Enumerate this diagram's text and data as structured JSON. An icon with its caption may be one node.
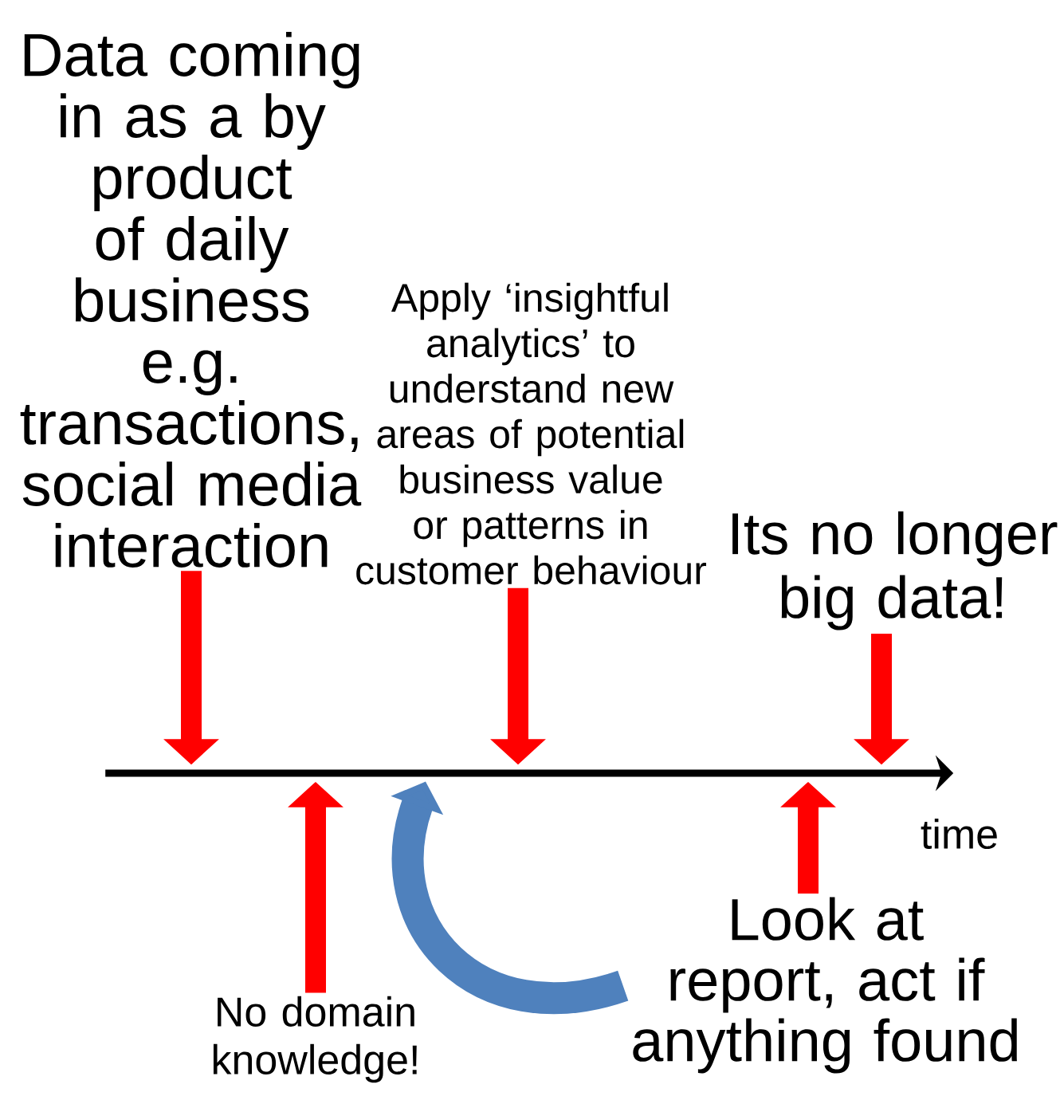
{
  "diagram": {
    "nodes": [
      {
        "text": [
          "Data coming in as a by product of daily business e.g. transactions, social media interaction"
        ]
      },
      {
        "text": [
          "No domain knowledge!"
        ]
      },
      {
        "text": [
          "Apply ‘insightful analytics’ to understand new areas of potential business value or patterns in customer behaviour"
        ]
      },
      {
        "text": [
          "Its no longer big data!"
        ]
      },
      {
        "text": [
          "Look at report, act if anything found"
        ]
      },
      {
        "text": [],
        "shape": "line"
      }
    ],
    "edges": [
      {
        "from": 0,
        "to": 5,
        "arrow": "to"
      },
      {
        "from": 1,
        "to": 5,
        "arrow": "to"
      },
      {
        "from": 2,
        "to": 5,
        "arrow": "to"
      },
      {
        "from": 4,
        "to": 5,
        "arrow": "to",
        "color": "#4f81bd"
      },
      {
        "from": 4,
        "to": 5,
        "arrow": "to"
      },
      {
        "from": 3,
        "to": 5,
        "arrow": "to"
      }
    ],
    "labels": [
      "time"
    ]
  }
}
